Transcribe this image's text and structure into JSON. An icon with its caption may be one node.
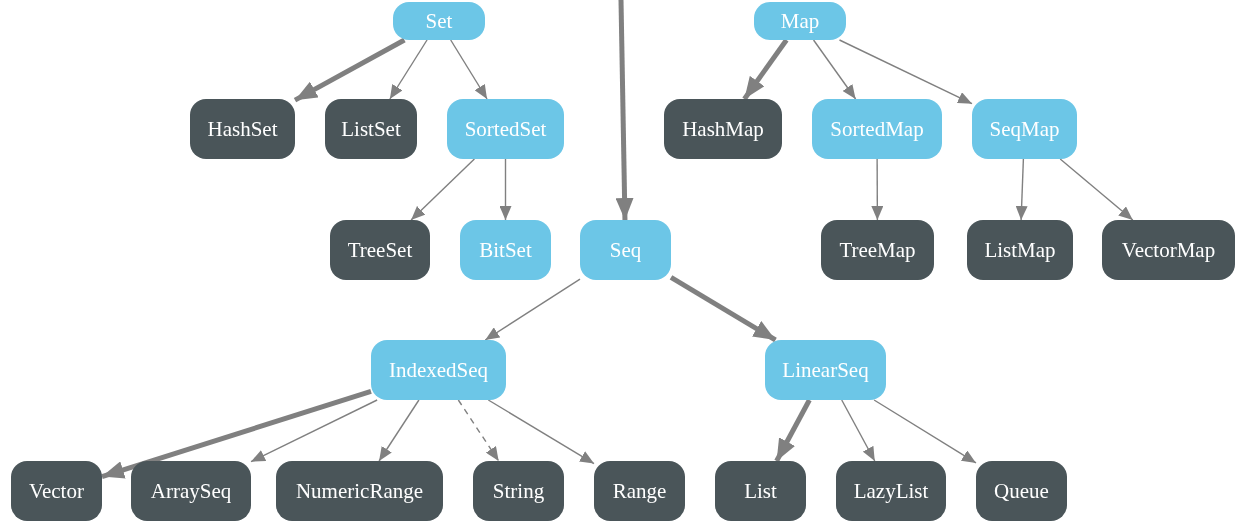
{
  "diagram": {
    "nodes": [
      {
        "text": [
          "Set"
        ]
      },
      {
        "text": [
          "HashSet"
        ]
      },
      {
        "text": [
          "ListSet"
        ]
      },
      {
        "text": [
          "SortedSet"
        ]
      },
      {
        "text": [
          "TreeSet"
        ]
      },
      {
        "text": [
          "BitSet"
        ]
      },
      {
        "text": [
          "Seq"
        ]
      },
      {
        "text": [
          "Map"
        ]
      },
      {
        "text": [
          "HashMap"
        ]
      },
      {
        "text": [
          "SortedMap"
        ]
      },
      {
        "text": [
          "SeqMap"
        ]
      },
      {
        "text": [
          "TreeMap"
        ]
      },
      {
        "text": [
          "ListMap"
        ]
      },
      {
        "text": [
          "VectorMap"
        ]
      },
      {
        "text": [
          "IndexedSeq"
        ]
      },
      {
        "text": [
          "LinearSeq"
        ]
      },
      {
        "text": [
          "Vector"
        ]
      },
      {
        "text": [
          "ArraySeq"
        ]
      },
      {
        "text": [
          "NumericRange"
        ]
      },
      {
        "text": [
          "String"
        ]
      },
      {
        "text": [
          "Range"
        ]
      },
      {
        "text": [
          "List"
        ]
      },
      {
        "text": [
          "LazyList"
        ]
      },
      {
        "text": [
          "Queue"
        ]
      }
    ],
    "edges": [
      {
        "from": 0,
        "to": 1,
        "arrow": "to",
        "style": "thick"
      },
      {
        "from": 0,
        "to": 2,
        "arrow": "to"
      },
      {
        "from": 0,
        "to": 3,
        "arrow": "to"
      },
      {
        "from": 3,
        "to": 4,
        "arrow": "to"
      },
      {
        "from": 3,
        "to": 5,
        "arrow": "to"
      },
      {
        "from": null,
        "to": 6,
        "arrow": "to",
        "style": "thick"
      },
      {
        "from": 7,
        "to": 8,
        "arrow": "to",
        "style": "thick"
      },
      {
        "from": 7,
        "to": 9,
        "arrow": "to"
      },
      {
        "from": 7,
        "to": 10,
        "arrow": "to"
      },
      {
        "from": 9,
        "to": 11,
        "arrow": "to"
      },
      {
        "from": 10,
        "to": 12,
        "arrow": "to"
      },
      {
        "from": 10,
        "to": 13,
        "arrow": "to"
      },
      {
        "from": 6,
        "to": 14,
        "arrow": "to"
      },
      {
        "from": 6,
        "to": 15,
        "arrow": "to",
        "style": "thick"
      },
      {
        "from": 14,
        "to": 16,
        "arrow": "to",
        "style": "thick"
      },
      {
        "from": 14,
        "to": 17,
        "arrow": "to"
      },
      {
        "from": 14,
        "to": 18,
        "arrow": "to"
      },
      {
        "from": 14,
        "to": 19,
        "arrow": "to",
        "style": "dashed"
      },
      {
        "from": 14,
        "to": 20,
        "arrow": "to"
      },
      {
        "from": 15,
        "to": 21,
        "arrow": "to",
        "style": "thick"
      },
      {
        "from": 15,
        "to": 22,
        "arrow": "to"
      },
      {
        "from": 15,
        "to": 23,
        "arrow": "to"
      }
    ]
  }
}
